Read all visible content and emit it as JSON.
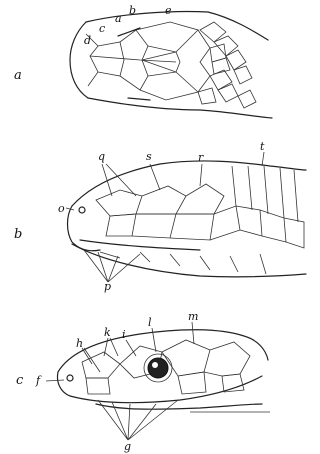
{
  "panels": [
    {
      "id": "a",
      "label": "a",
      "letters": [
        "a",
        "b",
        "c",
        "d",
        "e"
      ]
    },
    {
      "id": "b",
      "label": "b",
      "letters": [
        "q",
        "s",
        "r",
        "t",
        "o",
        "p"
      ]
    },
    {
      "id": "c",
      "label": "c",
      "letters": [
        "h",
        "k",
        "i",
        "l",
        "m",
        "f",
        "g"
      ]
    }
  ]
}
